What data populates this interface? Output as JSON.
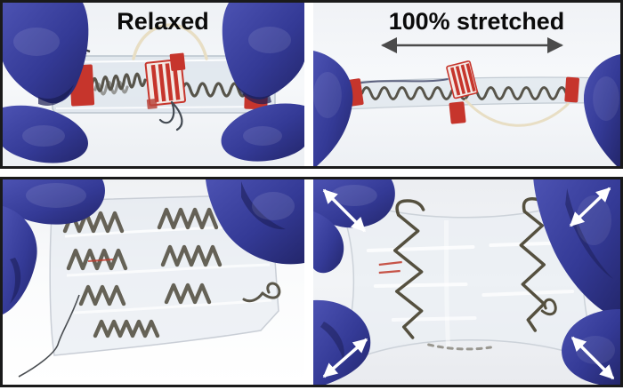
{
  "figure": {
    "panels": [
      {
        "id": "top-left",
        "label": "Relaxed"
      },
      {
        "id": "top-right",
        "label": "100% stretched",
        "icon": "stretch-extent-arrow"
      },
      {
        "id": "bottom-left",
        "label": ""
      },
      {
        "id": "bottom-right",
        "label": "",
        "icon": "biaxial-stretch-arrows"
      }
    ]
  },
  "colors": {
    "frame_black": "#1a1a1a",
    "glove_blue": "#383d9d",
    "glove_shadow": "#22256b",
    "component_red": "#c6352c",
    "trace_gray": "#57544a",
    "wire_beige": "#e8dec4",
    "arrow_dark": "#4b4b4b",
    "arrow_white": "#ffffff",
    "photo_background": "#f1f3f6"
  }
}
